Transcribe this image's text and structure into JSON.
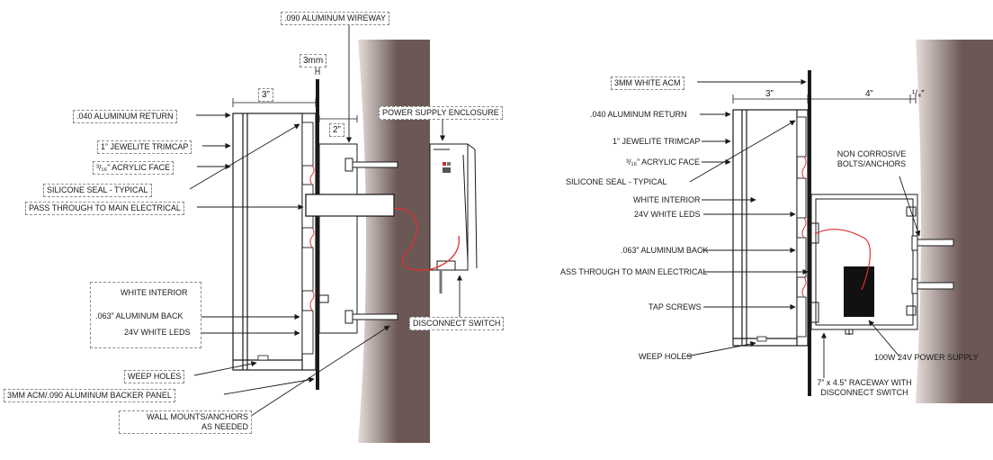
{
  "colors": {
    "wall_dark": "#6b5754",
    "wall_light": "#e6dedb",
    "line": "#1a1a1a",
    "wire": "#e03030",
    "power_supply": "#111111"
  },
  "left": {
    "wireway": ".090 ALUMINUM WIREWAY",
    "dim_3mm": "3mm",
    "dim_3in": "3”",
    "dim_2in": "2”",
    "return": ".040 ALUMINUM RETURN",
    "trimcap": "1” JEWELITE TRIMCAP",
    "acrylic": "³/₁₆” ACRYLIC FACE",
    "silicone": "SILICONE SEAL - TYPICAL",
    "pass_through": "PASS THROUGH TO MAIN ELECTRICAL",
    "white_interior": "WHITE INTERIOR",
    "al_back": ".063” ALUMINUM BACK",
    "leds": "24V WHITE LEDS",
    "weep": "WEEP HOLES",
    "backer": "3MM ACM/.090 ALUMINUM BACKER PANEL",
    "wall_mounts_1": "WALL MOUNTS/ANCHORS",
    "wall_mounts_2": "AS NEEDED",
    "psu_enclosure": "POWER SUPPLY ENCLOSURE",
    "disconnect": "DISCONNECT SWITCH"
  },
  "right": {
    "acm": "3MM WHITE ACM",
    "dim_3in": "3”",
    "dim_4in": "4”",
    "dim_quarter": "¹/₄”",
    "return": ".040 ALUMINUM RETURN",
    "trimcap": "1” JEWELITE TRIMCAP",
    "acrylic": "³/₁₆” ACRYLIC FACE",
    "silicone": "SILICONE SEAL - TYPICAL",
    "white_interior": "WHITE INTERIOR",
    "leds": "24V WHITE LEDS",
    "al_back": ".063” ALUMINUM BACK",
    "pass_through": "ASS THROUGH TO MAIN ELECTRICAL",
    "tap_screws": "TAP SCREWS",
    "weep": "WEEP HOLES",
    "bolts_1": "NON CORROSIVE",
    "bolts_2": "BOLTS/ANCHORS",
    "psu": "100W 24V POWER SUPPLY",
    "raceway_1": "7” x 4.5” RACEWAY WITH",
    "raceway_2": "DISCONNECT SWITCH"
  }
}
